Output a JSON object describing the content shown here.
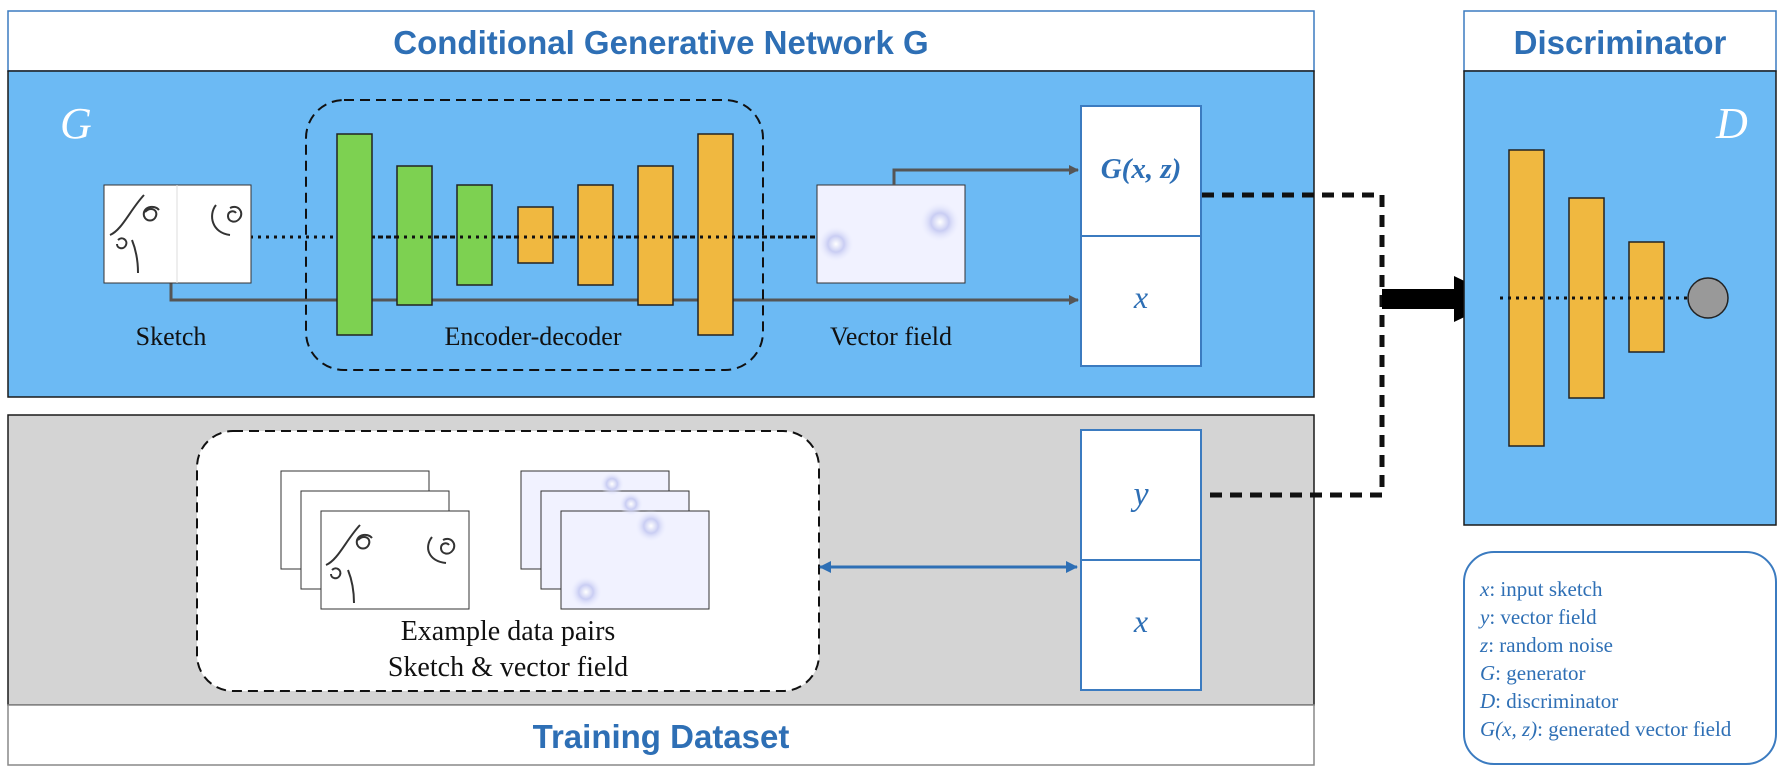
{
  "generator": {
    "title": "Conditional Generative Network G",
    "symbol": "G",
    "sketch_label": "Sketch",
    "encoder_label": "Encoder-decoder",
    "vector_field_label": "Vector field",
    "output_gxz": "G(x, z)",
    "output_x": "x"
  },
  "discriminator": {
    "title": "Discriminator",
    "symbol": "D"
  },
  "training": {
    "title": "Training Dataset",
    "example_line1": "Example data pairs",
    "example_line2": "Sketch & vector field",
    "pair_y": "y",
    "pair_x": "x"
  },
  "legend": [
    {
      "symbol": "x",
      "text": ": input sketch"
    },
    {
      "symbol": "y",
      "text": ": vector field"
    },
    {
      "symbol": "z",
      "text": ": random noise"
    },
    {
      "symbol": "G",
      "text": ": generator"
    },
    {
      "symbol": "D",
      "text": ": discriminator"
    },
    {
      "symbol": "G(x, z)",
      "text": ": generated vector field"
    }
  ],
  "colors": {
    "panel_blue": "#6cbaf4",
    "panel_gray": "#d4d4d4",
    "title_blue": "#2e6fb5",
    "encoder_green": "#7dd151",
    "decoder_orange": "#f0b840",
    "noise_gray": "#999999"
  }
}
